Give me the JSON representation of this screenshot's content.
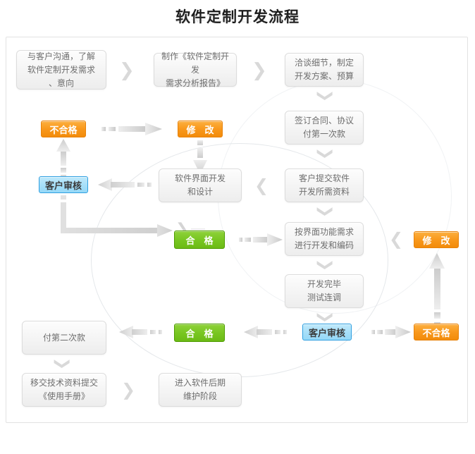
{
  "page": {
    "title": "软件定制开发流程",
    "reflection": "软件定制开发流程"
  },
  "colors": {
    "orange_badge": "#f9991d",
    "orange_border": "#e8820a",
    "green_badge": "#77c520",
    "green_border": "#4e9c00",
    "blue_badge": "#a6dff9",
    "blue_border": "#2f9fe0",
    "box_fill": "#f4f4f4",
    "box_border": "#dcdcdc",
    "box_text": "#6e6e6e",
    "arrow_gray": "#d9d9d9",
    "panel_border": "#e2e2e2",
    "title_text": "#1a1a1a"
  },
  "flow": {
    "steps": [
      {
        "id": "s1",
        "text": "与客户沟通，了解\n软件定制开发需求\n、意向"
      },
      {
        "id": "s2",
        "text": "制作《软件定制开发\n需求分析报告》"
      },
      {
        "id": "s3",
        "text": "洽谈细节，制定\n开发方案、预算"
      },
      {
        "id": "s4",
        "text": "签订合同、协议\n付第一次款"
      },
      {
        "id": "s5",
        "text": "客户提交软件\n开发所需资料"
      },
      {
        "id": "s6",
        "text": "软件界面开发\n和设计"
      },
      {
        "id": "s7",
        "text": "按界面功能需求\n进行开发和编码"
      },
      {
        "id": "s8",
        "text": "开发完毕\n测试连调"
      },
      {
        "id": "s9",
        "text": "付第二次款"
      },
      {
        "id": "s10",
        "text": "移交技术资料提交\n《使用手册》"
      },
      {
        "id": "s11",
        "text": "进入软件后期\n维护阶段"
      }
    ],
    "badges": [
      {
        "id": "b1",
        "text": "不合格",
        "style": "orange"
      },
      {
        "id": "b2",
        "text": "修　改",
        "style": "orange"
      },
      {
        "id": "b3",
        "text": "客户审核",
        "style": "blue"
      },
      {
        "id": "b4",
        "text": "合　格",
        "style": "green"
      },
      {
        "id": "b5",
        "text": "修　改",
        "style": "orange"
      },
      {
        "id": "b6",
        "text": "合　格",
        "style": "green"
      },
      {
        "id": "b7",
        "text": "客户审核",
        "style": "blue"
      },
      {
        "id": "b8",
        "text": "不合格",
        "style": "orange"
      }
    ],
    "connector_glyphs": {
      "chevron_right": "❯",
      "chevron_left": "❮",
      "chevron_down": "❯"
    }
  }
}
